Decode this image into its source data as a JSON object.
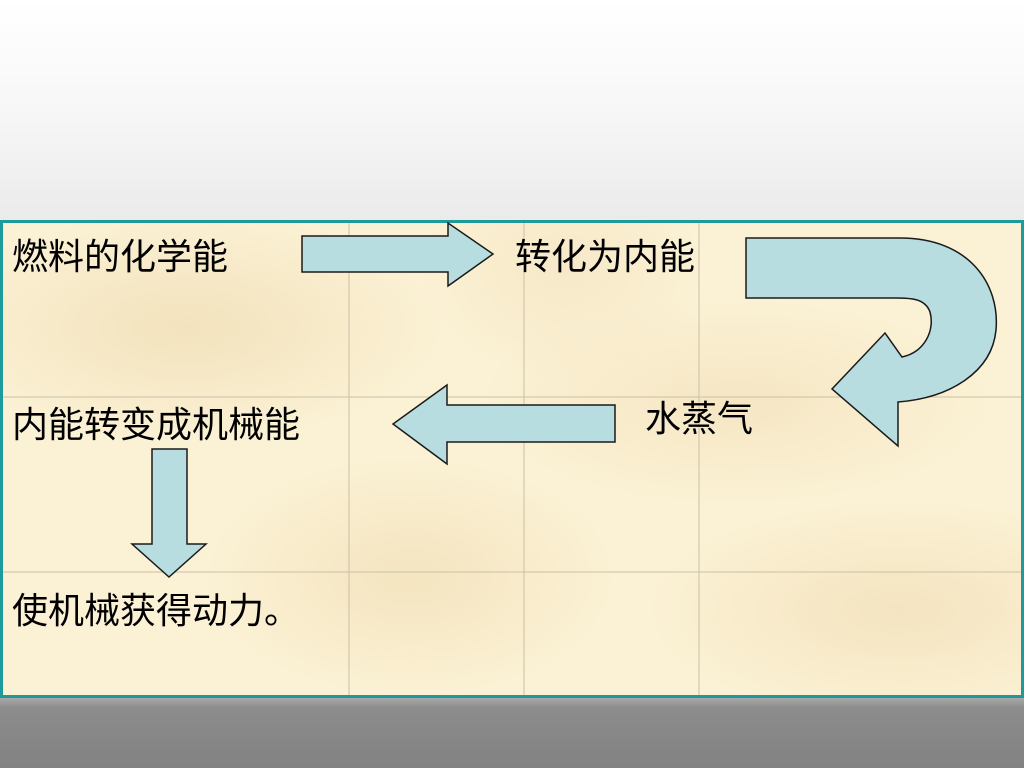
{
  "diagram": {
    "labels": {
      "fuel_chemical_energy": "燃料的化学能",
      "converted_to_internal": "转化为内能",
      "steam": "水蒸气",
      "internal_to_mechanical": "内能转变成机械能",
      "machine_gets_power": "使机械获得动力。"
    },
    "colors": {
      "arrow_fill": "#b8dde0",
      "arrow_stroke": "#1a1a1a",
      "table_border": "#1f9a9a",
      "table_background": "#fbf1d4",
      "grid_line": "#c9c0a8",
      "bottom_bar": "#878787"
    }
  }
}
